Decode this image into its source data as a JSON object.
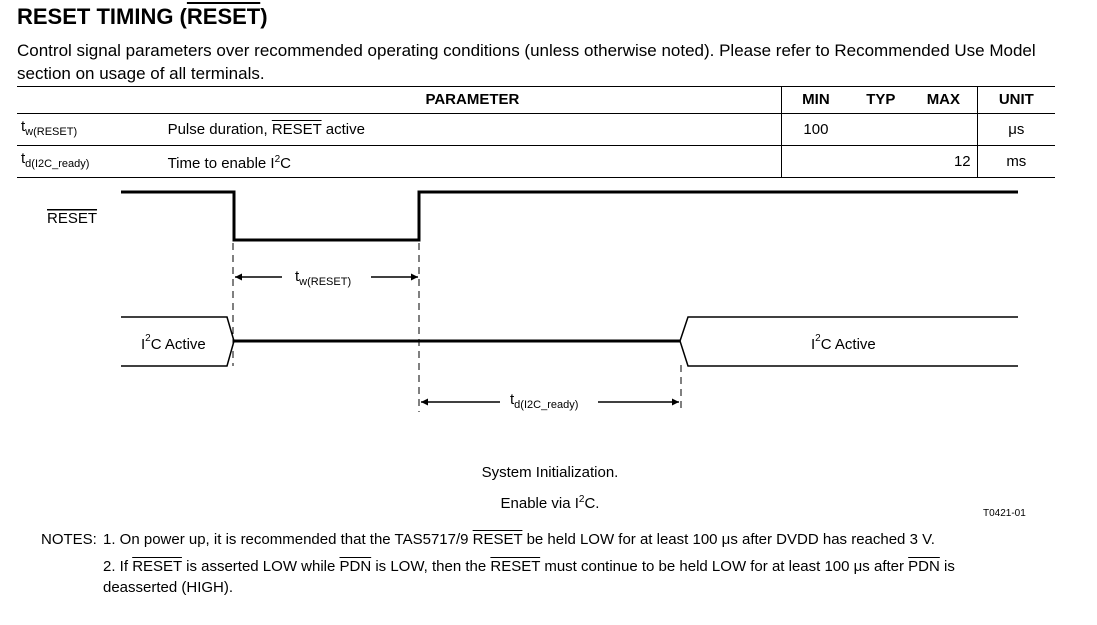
{
  "title": {
    "text": "RESET TIMING (",
    "signal": "RESET",
    "close": ")"
  },
  "intro": "Control signal parameters over recommended operating conditions (unless otherwise noted). Please refer to Recommended Use Model section on usage of all terminals.",
  "table": {
    "headers": {
      "parameter": "PARAMETER",
      "min": "MIN",
      "typ": "TYP",
      "max": "MAX",
      "unit": "UNIT"
    },
    "rows": [
      {
        "symbol_base": "t",
        "symbol_sub": "w(RESET)",
        "param_prefix": "Pulse duration, ",
        "param_signal": "RESET",
        "param_suffix": " active",
        "min": "100",
        "typ": "",
        "max": "",
        "unit": "μs"
      },
      {
        "symbol_base": "t",
        "symbol_sub": "d(I2C_ready)",
        "param_prefix": "Time to enable I",
        "param_sup": "2",
        "param_suffix": "C",
        "min": "",
        "typ": "",
        "max": "12",
        "unit": "ms"
      }
    ]
  },
  "diagram": {
    "reset_label": "RESET",
    "i2c_left_base": "I",
    "i2c_left_sup": "2",
    "i2c_left_rest": "C Active",
    "i2c_right_base": "I",
    "i2c_right_sup": "2",
    "i2c_right_rest": "C Active",
    "tw_base": "t",
    "tw_sub": "w(RESET)",
    "td_base": "t",
    "td_sub": "d(I2C_ready)"
  },
  "caption": {
    "line1": "System Initialization.",
    "line2_prefix": "Enable via I",
    "line2_sup": "2",
    "line2_suffix": "C."
  },
  "figure_id": "T0421-01",
  "notes": {
    "prefix": "NOTES:",
    "note1_a": "1. On power up, it is recommended that the TAS5717/9 ",
    "note1_signal": "RESET",
    "note1_b": " be held LOW for at least 100 μs after DVDD has reached 3 V.",
    "note2_a": "2. If ",
    "note2_sig1": "RESET",
    "note2_b": " is asserted LOW while ",
    "note2_sig2": "PDN",
    "note2_c": " is LOW, then the ",
    "note2_sig3": "RESET",
    "note2_d": " must continue to be held LOW for at least 100 μs after ",
    "note2_sig4": "PDN",
    "note2_e": " is deasserted (HIGH)."
  }
}
